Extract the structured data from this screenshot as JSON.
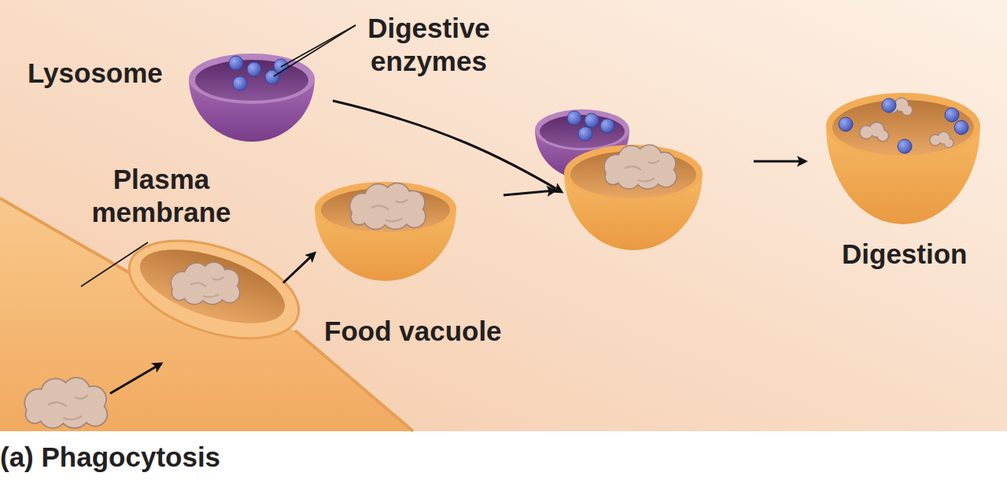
{
  "diagram": {
    "caption": "(a) Phagocytosis",
    "nodes": [
      {
        "text": [
          "Lysosome"
        ]
      },
      {
        "text": [
          "Plasma membrane"
        ]
      },
      {
        "text": [
          "Food vacuole"
        ]
      },
      {
        "text": [
          "Digestion"
        ]
      }
    ],
    "edges": [
      {
        "from": 1,
        "to": 2,
        "arrow": "to"
      }
    ],
    "labels": [
      "Digestive enzymes"
    ]
  }
}
